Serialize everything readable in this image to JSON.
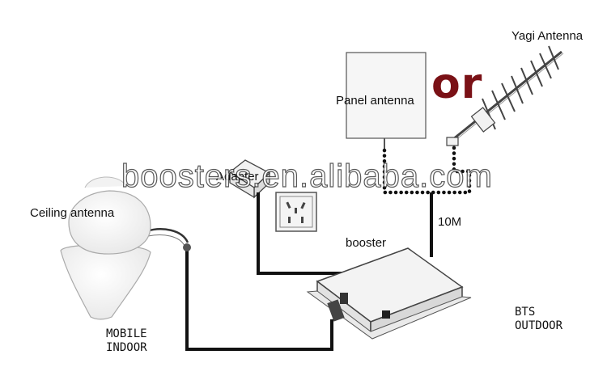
{
  "labels": {
    "yagi": "Yagi Antenna",
    "or": "or",
    "panel": "Panel antenna",
    "adapter": "Adapter",
    "watermark": "boosters.en.alibaba.com",
    "ceiling": "Ceiling antenna",
    "booster": "booster",
    "cable_length": "10M",
    "bts_line1": "BTS",
    "bts_line2": "OUTDOOR",
    "mobile_line1": "MOBILE",
    "mobile_line2": "INDOOR"
  },
  "colors": {
    "line": "#111111",
    "or_word": "#7a1116",
    "device_fill": "#f2f2f2",
    "device_stroke": "#444444"
  }
}
